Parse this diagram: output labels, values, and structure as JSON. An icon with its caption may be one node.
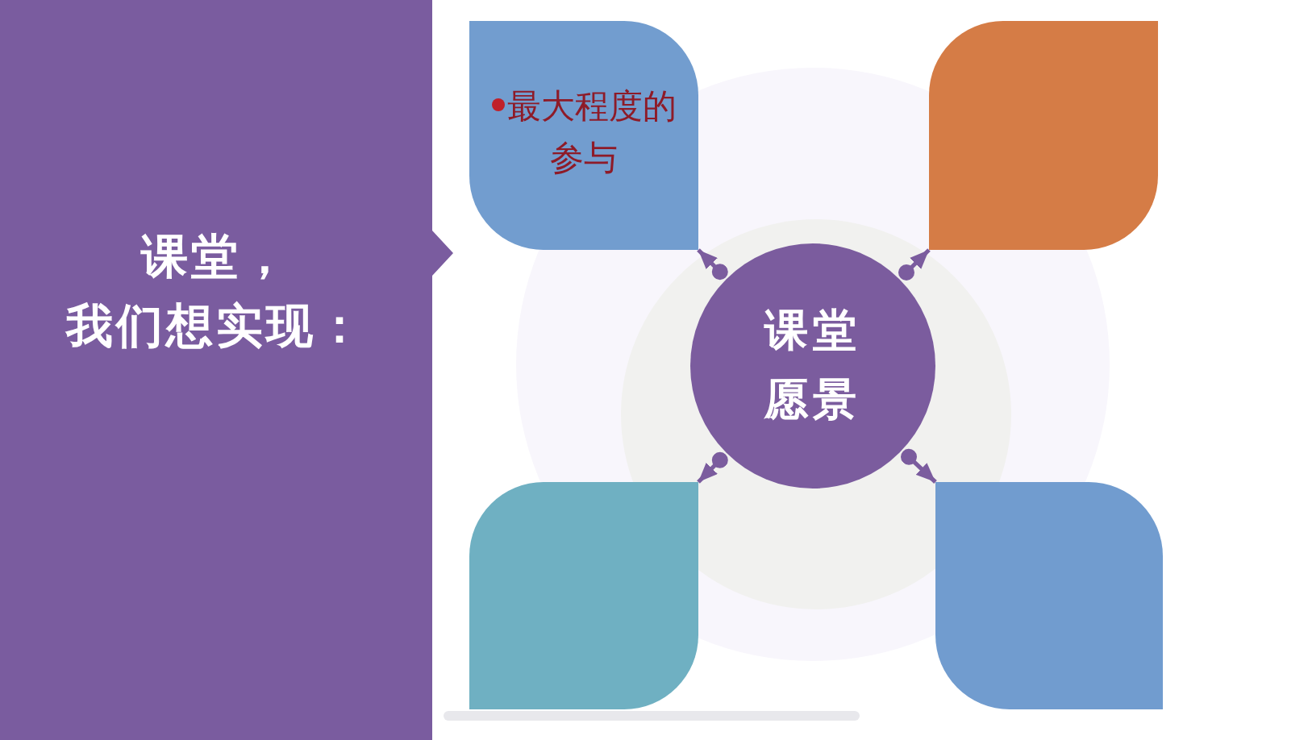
{
  "diagram": {
    "nodes": [
      {
        "text": [
          "课堂，我们想实现："
        ]
      },
      {
        "text": [
          "最大程度的参与"
        ]
      },
      {
        "text": [],
        "shape": "box"
      },
      {
        "text": [
          "课堂愿景"
        ]
      },
      {
        "text": [],
        "shape": "box"
      },
      {
        "text": [],
        "shape": "box"
      }
    ],
    "edges": [
      {
        "from": 3,
        "to": 1,
        "arrow": "to"
      },
      {
        "from": 3,
        "to": 2,
        "arrow": "to"
      },
      {
        "from": 3,
        "to": 4,
        "arrow": "to"
      },
      {
        "from": 3,
        "to": 5,
        "arrow": "to"
      }
    ]
  }
}
